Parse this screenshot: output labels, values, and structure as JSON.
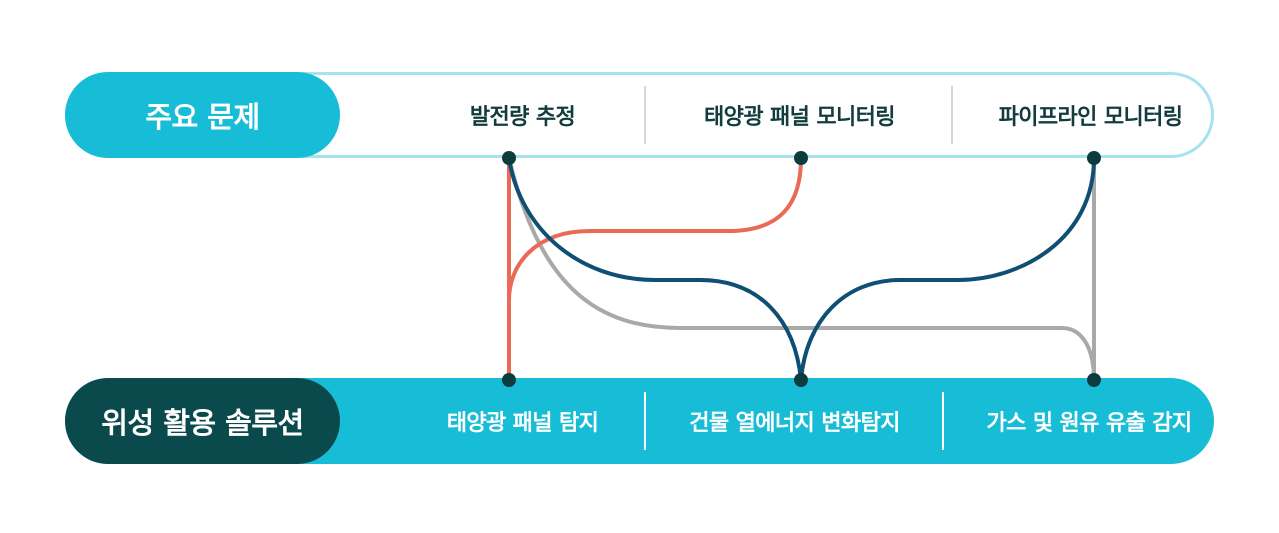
{
  "problems": {
    "label": "주요 문제",
    "items": [
      "발전량 추정",
      "태양광 패널 모니터링",
      "파이프라인 모니터링"
    ]
  },
  "solutions": {
    "label": "위성 활용 솔루션",
    "items": [
      "태양광 패널 탐지",
      "건물 열에너지 변화탐지",
      "가스 및 원유 유출 감지"
    ]
  },
  "colors": {
    "cyan": "#17bdd6",
    "dark_teal": "#0b4a4c",
    "light_cyan": "#a6e3ef",
    "link_red": "#ea6a58",
    "link_navy": "#0f4f74",
    "link_gray": "#a9a9a9",
    "node": "#0d3c3e"
  },
  "connections": [
    {
      "from": "발전량 추정",
      "to": "태양광 패널 탐지",
      "color": "red"
    },
    {
      "from": "태양광 패널 모니터링",
      "to": "태양광 패널 탐지",
      "color": "red"
    },
    {
      "from": "발전량 추정",
      "to": "건물 열에너지 변화탐지",
      "color": "navy"
    },
    {
      "from": "파이프라인 모니터링",
      "to": "건물 열에너지 변화탐지",
      "color": "navy"
    },
    {
      "from": "발전량 추정",
      "to": "가스 및 원유 유출 감지",
      "color": "gray"
    },
    {
      "from": "파이프라인 모니터링",
      "to": "가스 및 원유 유출 감지",
      "color": "gray"
    }
  ]
}
